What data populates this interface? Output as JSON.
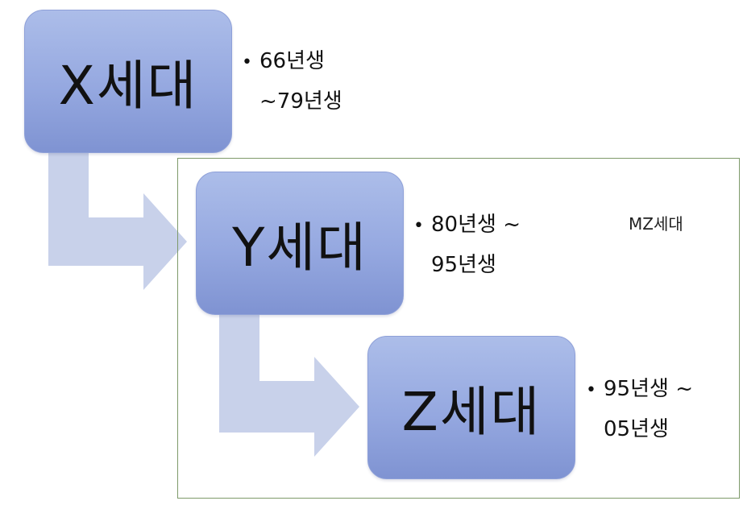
{
  "generations": [
    {
      "id": "x",
      "title": "X세대",
      "range_line1": "66년생",
      "range_line2": "~79년생"
    },
    {
      "id": "y",
      "title": "Y세대",
      "range_line1": "80년생 ~",
      "range_line2": "95년생"
    },
    {
      "id": "z",
      "title": "Z세대",
      "range_line1": "95년생 ~",
      "range_line2": "05년생"
    }
  ],
  "group": {
    "label": "MZ세대"
  },
  "bullet": "•",
  "colors": {
    "box_fill": "#95a8e0",
    "arrow_fill": "#c8d1ea",
    "group_border": "#7e9a6a"
  }
}
